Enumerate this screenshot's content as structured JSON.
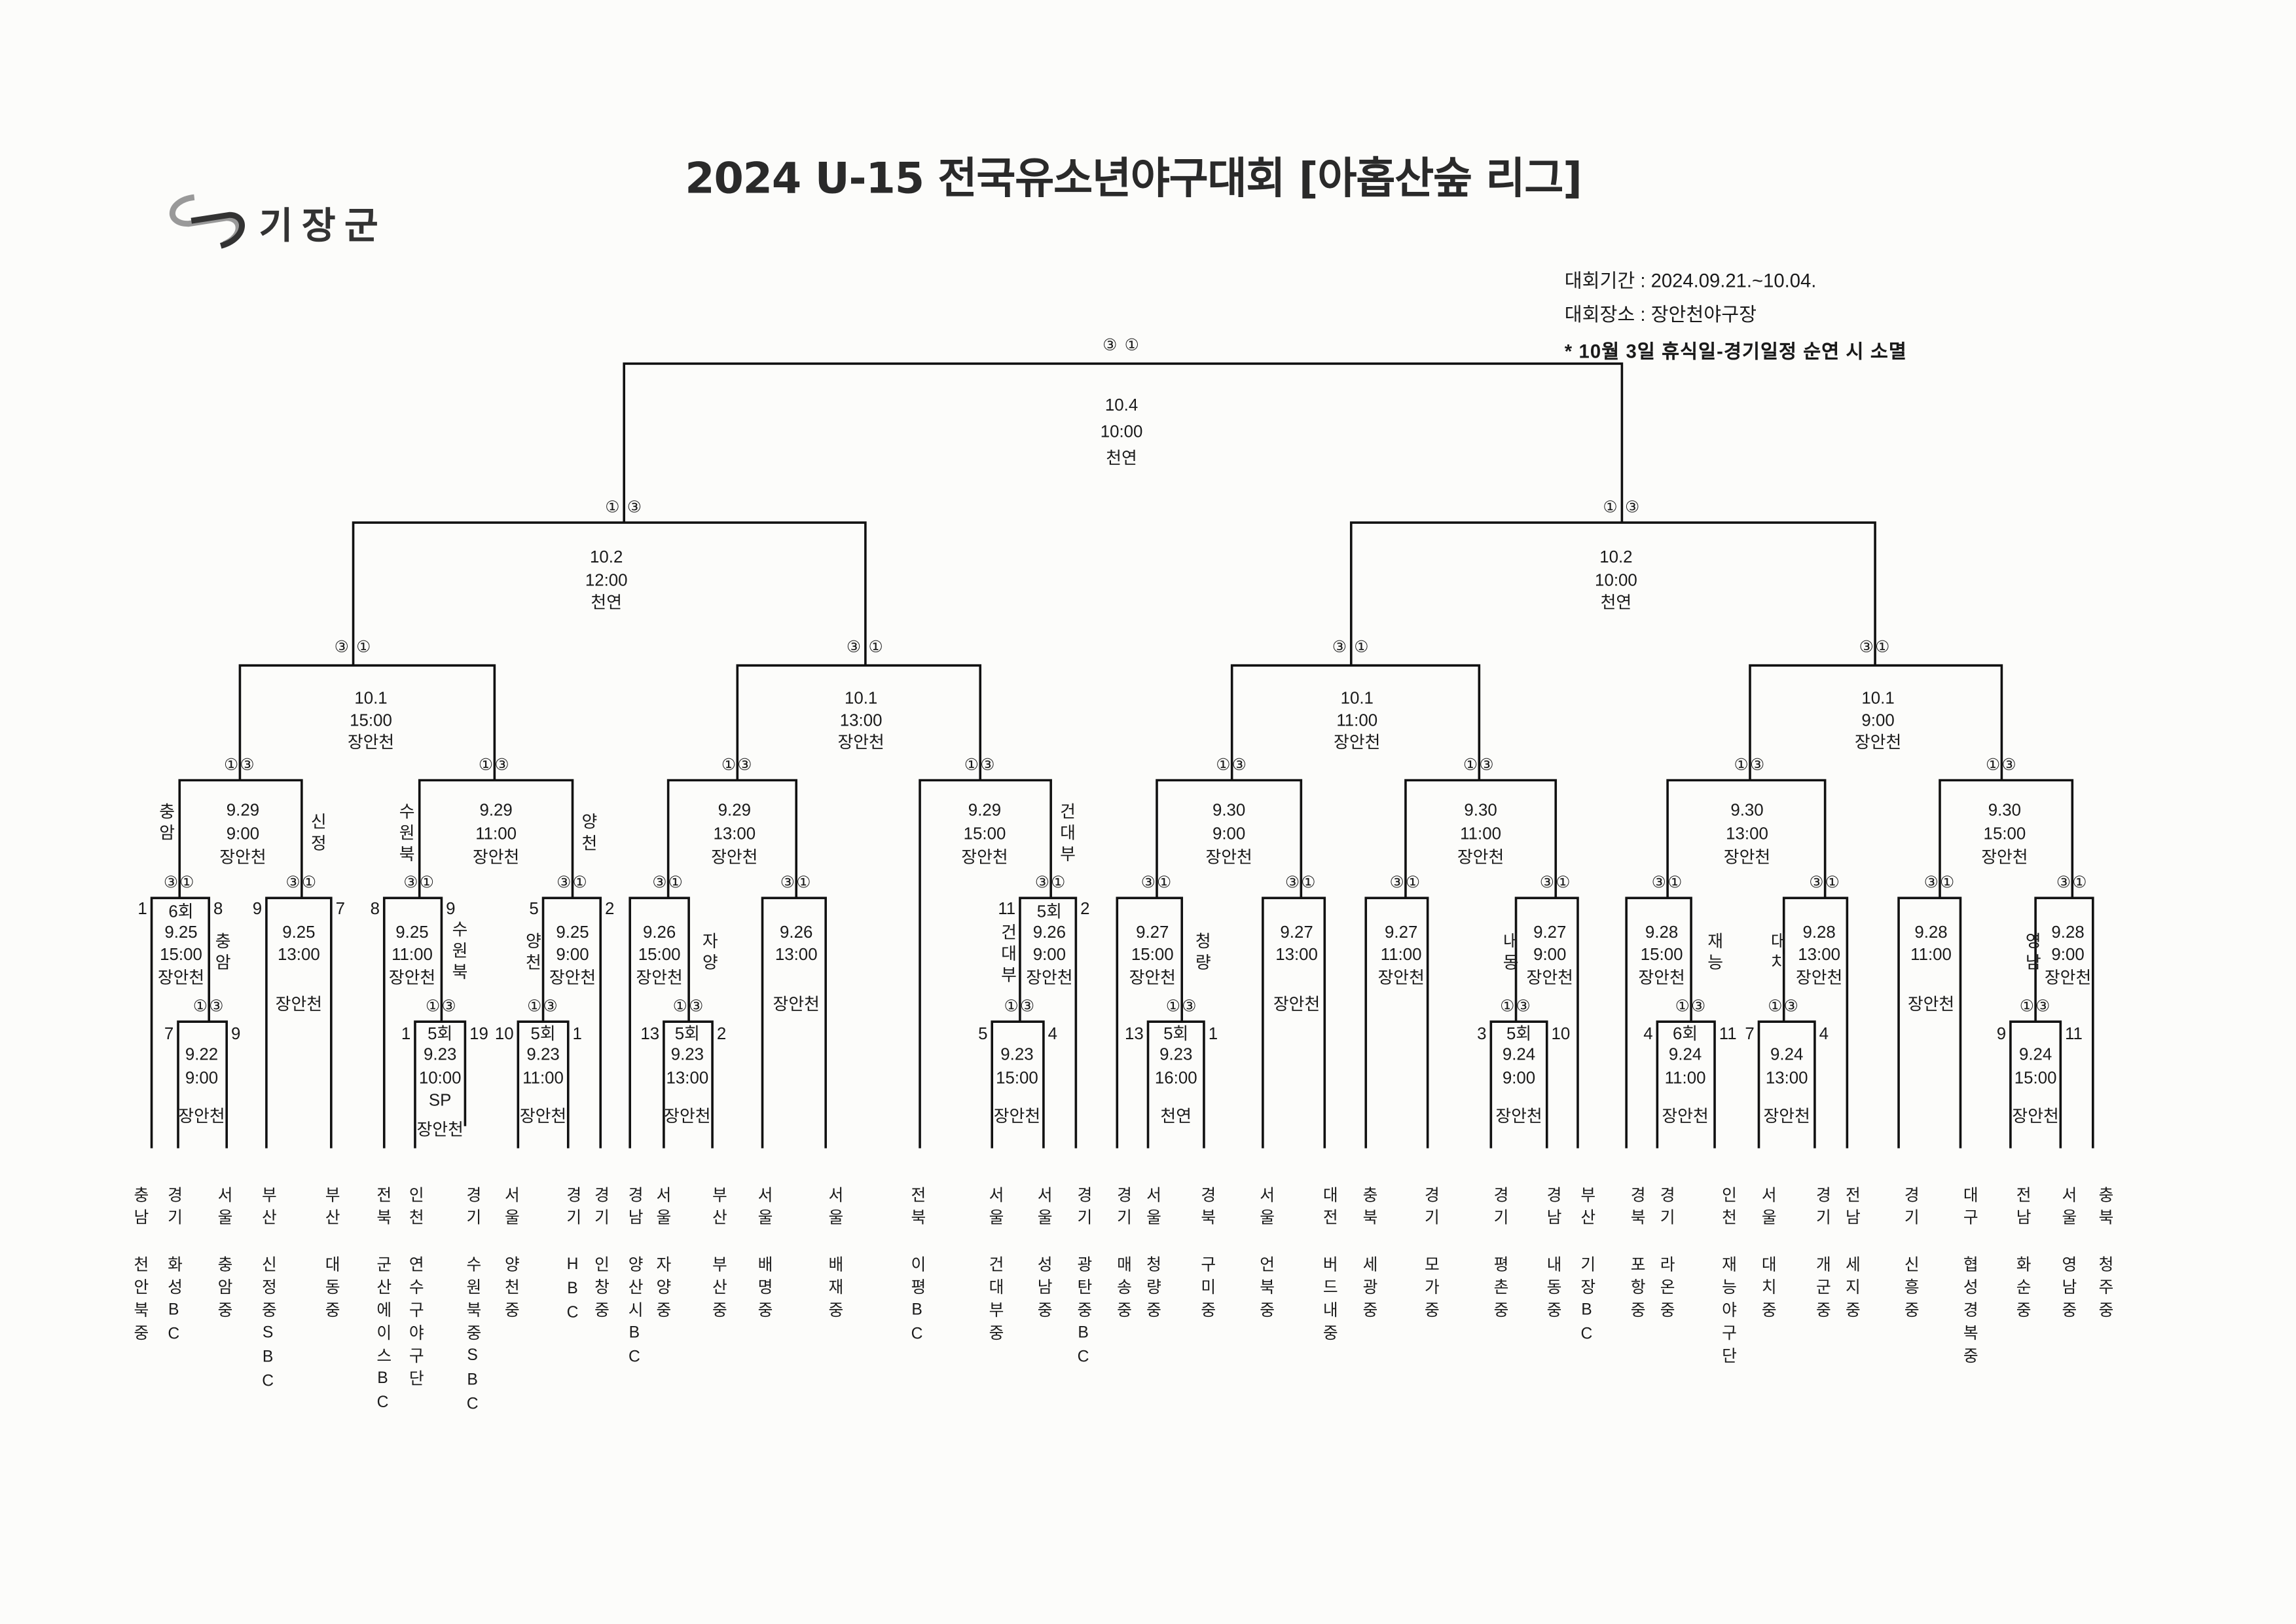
{
  "header": {
    "title": "2024 U-15 전국유소년야구대회 [아홉산숲 리그]",
    "logo_text": "기장군",
    "period": "대회기간 : 2024.09.21.~10.04.",
    "venue": "대회장소 : 장안천야구장",
    "note": "* 10월 3일 휴식일-경기일정 순연 시 소멸"
  },
  "matches": {
    "final": {
      "date": "10.4",
      "time": "10:00",
      "venue": "천연",
      "marks": "③ ①"
    },
    "semiL": {
      "date": "10.2",
      "time": "12:00",
      "venue": "천연",
      "marks": "① ③"
    },
    "semiR": {
      "date": "10.2",
      "time": "10:00",
      "venue": "천연",
      "marks": "① ③"
    },
    "qf1": {
      "date": "10.1",
      "time": "15:00",
      "venue": "장안천",
      "marks": "③ ①"
    },
    "qf2": {
      "date": "10.1",
      "time": "13:00",
      "venue": "장안천",
      "marks": "③ ①"
    },
    "qf3": {
      "date": "10.1",
      "time": "11:00",
      "venue": "장안천",
      "marks": "③ ①"
    },
    "qf4": {
      "date": "10.1",
      "time": "9:00",
      "venue": "장안천",
      "marks": "③①"
    },
    "r16A": {
      "date": "9.29",
      "time": "9:00",
      "venue": "장안천",
      "marks": "①③"
    },
    "r16B": {
      "date": "9.29",
      "time": "11:00",
      "venue": "장안천",
      "marks": "①③"
    },
    "r16C": {
      "date": "9.29",
      "time": "13:00",
      "venue": "장안천",
      "marks": "①③"
    },
    "r16D": {
      "date": "9.29",
      "time": "15:00",
      "venue": "장안천",
      "marks": "①③"
    },
    "r16E": {
      "date": "9.30",
      "time": "9:00",
      "venue": "장안천",
      "marks": "①③"
    },
    "r16F": {
      "date": "9.30",
      "time": "11:00",
      "venue": "장안천",
      "marks": "①③"
    },
    "r16G": {
      "date": "9.30",
      "time": "13:00",
      "venue": "장안천",
      "marks": "①③"
    },
    "r16H": {
      "date": "9.30",
      "time": "15:00",
      "venue": "장안천",
      "marks": "①③"
    },
    "a1": {
      "inning": "6회",
      "date": "9.25",
      "time": "15:00",
      "venue": "장안천",
      "marks": "③①",
      "score_left": "1",
      "score_right": "8"
    },
    "a1s": {
      "date": "9.22",
      "time": "9:00",
      "venue": "장안천",
      "marks": "①③",
      "score_left": "7",
      "score_right": "9"
    },
    "a2": {
      "date": "9.25",
      "time": "13:00",
      "venue": "장안천",
      "marks": "③①",
      "score_left": "9",
      "score_right": "7"
    },
    "b1": {
      "date": "9.25",
      "time": "11:00",
      "venue": "장안천",
      "marks": "③①",
      "score_left": "8",
      "score_right": "9"
    },
    "b1s": {
      "inning": "5회",
      "date": "9.23",
      "time": "10:00",
      "extra": "SP",
      "venue": "장안천",
      "marks": "①③",
      "score_left": "1",
      "score_right": "19"
    },
    "b2": {
      "date": "9.25",
      "time": "9:00",
      "venue": "장안천",
      "marks": "③①",
      "score_left": "5",
      "score_right": "2"
    },
    "b2s": {
      "inning": "5회",
      "date": "9.23",
      "time": "11:00",
      "venue": "장안천",
      "marks": "①③",
      "score_left": "10",
      "score_right": "1"
    },
    "c1": {
      "date": "9.26",
      "time": "15:00",
      "venue": "장안천",
      "marks": "③①"
    },
    "c1s": {
      "inning": "5회",
      "date": "9.23",
      "time": "13:00",
      "venue": "장안천",
      "marks": "①③",
      "score_left": "13",
      "score_right": "2"
    },
    "c2": {
      "date": "9.26",
      "time": "13:00",
      "venue": "장안천",
      "marks": "③①"
    },
    "d2": {
      "inning": "5회",
      "date": "9.26",
      "time": "9:00",
      "venue": "장안천",
      "marks": "③①",
      "score_left": "11",
      "score_right": "2"
    },
    "d2s": {
      "date": "9.23",
      "time": "15:00",
      "venue": "장안천",
      "marks": "①③",
      "score_left": "5",
      "score_right": "4"
    },
    "e1": {
      "date": "9.27",
      "time": "15:00",
      "venue": "장안천",
      "marks": "③①"
    },
    "e1s": {
      "inning": "5회",
      "date": "9.23",
      "time": "16:00",
      "venue": "천연",
      "marks": "①③",
      "score_left": "13",
      "score_right": "1"
    },
    "e2": {
      "date": "9.27",
      "time": "13:00",
      "venue": "장안천",
      "marks": "③①"
    },
    "f1": {
      "date": "9.27",
      "time": "11:00",
      "venue": "장안천",
      "marks": "③①"
    },
    "f2": {
      "date": "9.27",
      "time": "9:00",
      "venue": "장안천",
      "marks": "③①"
    },
    "f2s": {
      "inning": "5회",
      "date": "9.24",
      "time": "9:00",
      "venue": "장안천",
      "marks": "①③",
      "score_left": "3",
      "score_right": "10"
    },
    "g1": {
      "date": "9.28",
      "time": "15:00",
      "venue": "장안천",
      "marks": "③①"
    },
    "g1s": {
      "inning": "6회",
      "date": "9.24",
      "time": "11:00",
      "venue": "장안천",
      "marks": "①③",
      "score_left": "4",
      "score_right": "11"
    },
    "g2": {
      "date": "9.28",
      "time": "13:00",
      "venue": "장안천",
      "marks": "③①"
    },
    "g2s": {
      "date": "9.24",
      "time": "13:00",
      "venue": "장안천",
      "marks": "①③",
      "score_left": "7",
      "score_right": "4"
    },
    "h1": {
      "date": "9.28",
      "time": "11:00",
      "venue": "장안천",
      "marks": "③①"
    },
    "h2": {
      "date": "9.28",
      "time": "9:00",
      "venue": "장안천",
      "marks": "③①"
    },
    "h2s": {
      "date": "9.24",
      "time": "15:00",
      "venue": "장안천",
      "marks": "①③",
      "score_left": "9",
      "score_right": "11"
    }
  },
  "winner_labels": {
    "r16A_left": "충암",
    "r16A_right": "신정",
    "r16B_left": "수원북",
    "r16B_right": "양천",
    "r16D_right": "건대부",
    "a1": "충암",
    "b1": "수원북",
    "b2": "양천",
    "c1": "자양",
    "d2": "건대부",
    "e1": "청량",
    "f2": "내동",
    "g1": "재능",
    "g2": "대치",
    "h2": "영남"
  },
  "teams": [
    {
      "region": "충남",
      "name": "천안북중"
    },
    {
      "region": "경기",
      "name": "화성BC"
    },
    {
      "region": "서울",
      "name": "충암중"
    },
    {
      "region": "부산",
      "name": "신정중SBC"
    },
    {
      "region": "부산",
      "name": "대동중"
    },
    {
      "region": "전북",
      "name": "군산에이스BC"
    },
    {
      "region": "인천",
      "name": "연수구야구단"
    },
    {
      "region": "경기",
      "name": "수원북중SBC"
    },
    {
      "region": "서울",
      "name": "양천중"
    },
    {
      "region": "경기",
      "name": "HBC"
    },
    {
      "region": "경기",
      "name": "인창중"
    },
    {
      "region": "경남",
      "name": "양산시BC"
    },
    {
      "region": "서울",
      "name": "자양중"
    },
    {
      "region": "부산",
      "name": "부산중"
    },
    {
      "region": "서울",
      "name": "배명중"
    },
    {
      "region": "서울",
      "name": "배재중"
    },
    {
      "region": "전북",
      "name": "이평BC"
    },
    {
      "region": "서울",
      "name": "건대부중"
    },
    {
      "region": "서울",
      "name": "성남중"
    },
    {
      "region": "경기",
      "name": "광탄중BC"
    },
    {
      "region": "경기",
      "name": "매송중"
    },
    {
      "region": "서울",
      "name": "청량중"
    },
    {
      "region": "경북",
      "name": "구미중"
    },
    {
      "region": "서울",
      "name": "언북중"
    },
    {
      "region": "대전",
      "name": "버드내중"
    },
    {
      "region": "충북",
      "name": "세광중"
    },
    {
      "region": "경기",
      "name": "모가중"
    },
    {
      "region": "경기",
      "name": "평촌중"
    },
    {
      "region": "경남",
      "name": "내동중"
    },
    {
      "region": "부산",
      "name": "기장BC"
    },
    {
      "region": "경북",
      "name": "포항중"
    },
    {
      "region": "경기",
      "name": "라온중"
    },
    {
      "region": "인천",
      "name": "재능야구단"
    },
    {
      "region": "서울",
      "name": "대치중"
    },
    {
      "region": "경기",
      "name": "개군중"
    },
    {
      "region": "전남",
      "name": "세지중"
    },
    {
      "region": "경기",
      "name": "신흥중"
    },
    {
      "region": "대구",
      "name": "협성경복중"
    },
    {
      "region": "전남",
      "name": "화순중"
    },
    {
      "region": "서울",
      "name": "영남중"
    },
    {
      "region": "충북",
      "name": "청주중"
    }
  ]
}
